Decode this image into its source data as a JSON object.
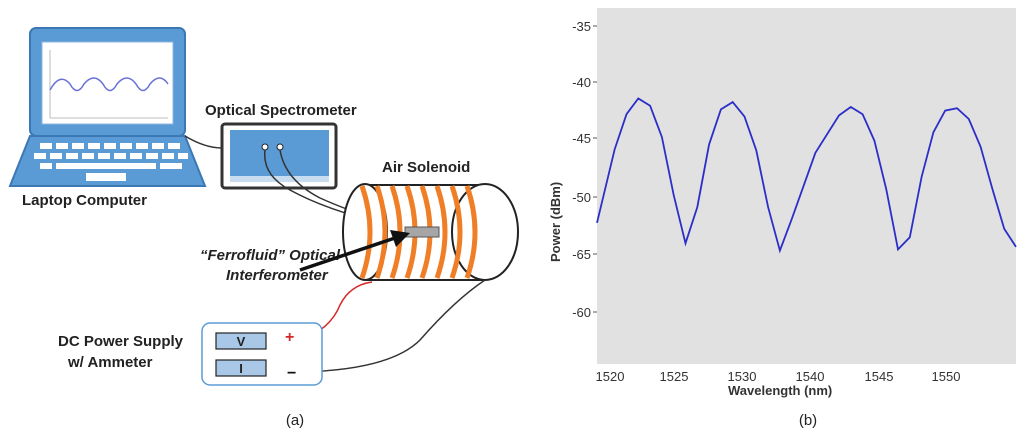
{
  "panel_a": {
    "laptop_label": "Laptop Computer",
    "spectrometer_label": "Optical Spectrometer",
    "solenoid_label": "Air Solenoid",
    "ferrofluid_label_1": "“Ferrofluid” Optical",
    "ferrofluid_label_2": "Interferometer",
    "power_supply_label_1": "DC Power Supply",
    "power_supply_label_2": "w/ Ammeter",
    "voltage_box": "V",
    "current_box": "I",
    "plus_sign": "+",
    "minus_sign": "−",
    "caption": "(a)"
  },
  "panel_b": {
    "caption": "(b)"
  },
  "colors": {
    "laptop_blue": "#5b9bd5",
    "coil_orange": "#f07e26",
    "trace_blue": "#2b2fc8",
    "plot_bg": "#e1e1e1",
    "wire_red": "#d62828"
  },
  "chart_data": {
    "type": "line",
    "xlabel": "Wavelength (nm)",
    "ylabel": "Power (dBm)",
    "xlim": [
      1519.5,
      1555
    ],
    "ylim": [
      -63,
      -33.5
    ],
    "x_ticks": [
      "1520",
      "1525",
      "1530",
      "1540",
      "1545",
      "1550"
    ],
    "y_ticks": [
      "-35",
      "-40",
      "-45",
      "-50",
      "-65",
      "-60"
    ],
    "grid": false,
    "series": [
      {
        "x": [
          1519.5,
          1521,
          1522,
          1523,
          1524,
          1525,
          1526,
          1527,
          1528,
          1529,
          1530,
          1531,
          1532,
          1533,
          1534,
          1535,
          1536,
          1538,
          1540,
          1541,
          1542,
          1543,
          1544,
          1545,
          1546,
          1547,
          1548,
          1549,
          1550,
          1551,
          1552,
          1553,
          1554,
          1555
        ],
        "values": [
          -51.3,
          -45.2,
          -42.3,
          -41.0,
          -41.6,
          -44.2,
          -49.0,
          -53.0,
          -50.0,
          -44.8,
          -41.9,
          -41.3,
          -42.5,
          -45.3,
          -50.0,
          -53.6,
          -51.0,
          -45.5,
          -42.4,
          -41.7,
          -42.3,
          -44.5,
          -48.5,
          -53.5,
          -52.5,
          -47.5,
          -43.8,
          -42.0,
          -41.8,
          -42.7,
          -45.0,
          -48.5,
          -51.8,
          -53.3
        ]
      }
    ]
  }
}
